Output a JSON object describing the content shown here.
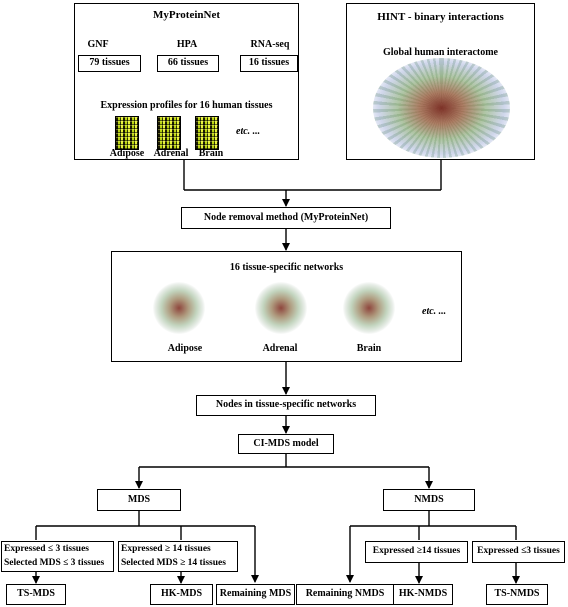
{
  "myproteinnet": {
    "title": "MyProteinNet",
    "sources": [
      {
        "name": "GNF",
        "tissues": "79 tissues"
      },
      {
        "name": "HPA",
        "tissues": "66 tissues"
      },
      {
        "name": "RNA-seq",
        "tissues": "16 tissues"
      }
    ],
    "profiles_label": "Expression profiles for 16 human tissues",
    "tissues": [
      "Adipose",
      "Adrenal",
      "Brain"
    ],
    "etc": "etc. ..."
  },
  "hint": {
    "title": "HINT - binary interactions",
    "subtitle": "Global human interactome"
  },
  "node_removal": "Node removal method (MyProteinNet)",
  "tissue_networks": {
    "title": "16 tissue-specific networks",
    "tissues": [
      "Adipose",
      "Adrenal",
      "Brain"
    ],
    "etc": "etc. ..."
  },
  "nodes_box": "Nodes in  tissue-specific networks",
  "model_box": "CI-MDS model",
  "mds": "MDS",
  "nmds": "NMDS",
  "criteria": {
    "ts_mds": [
      "Expressed ≤ 3 tissues",
      "Selected MDS ≤ 3 tissues"
    ],
    "hk_mds": [
      "Expressed ≥ 14 tissues",
      "Selected MDS ≥ 14 tissues"
    ],
    "hk_nmds": "Expressed ≥14 tissues",
    "ts_nmds": "Expressed ≤3 tissues"
  },
  "outputs": {
    "ts_mds": "TS-MDS",
    "hk_mds": "HK-MDS",
    "remaining_mds": "Remaining MDS",
    "remaining_nmds": "Remaining NMDS",
    "hk_nmds": "HK-NMDS",
    "ts_nmds": "TS-NMDS"
  }
}
